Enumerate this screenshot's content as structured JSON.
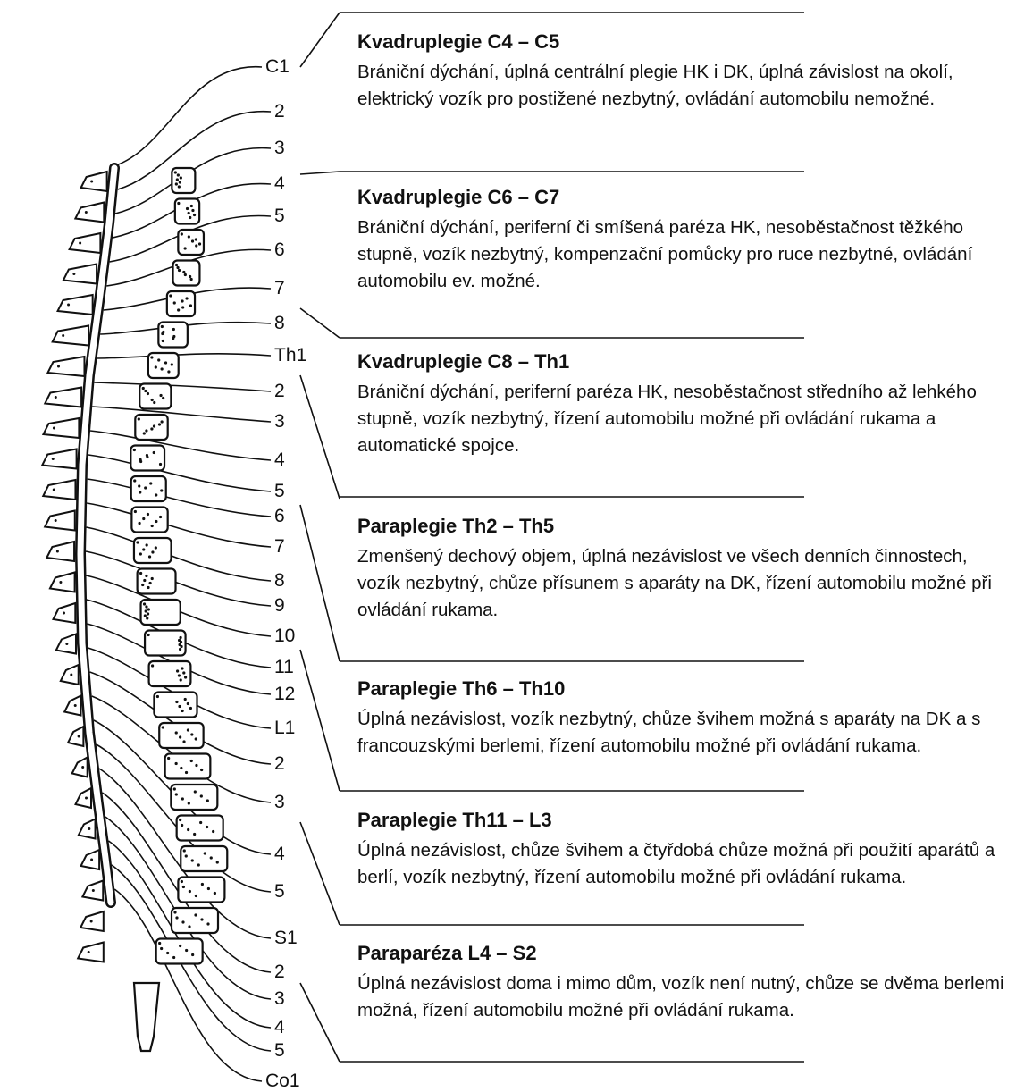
{
  "segments": [
    {
      "label": "C1"
    },
    {
      "label": "2"
    },
    {
      "label": "3"
    },
    {
      "label": "4"
    },
    {
      "label": "5"
    },
    {
      "label": "6"
    },
    {
      "label": "7"
    },
    {
      "label": "8"
    },
    {
      "label": "Th1"
    },
    {
      "label": "2"
    },
    {
      "label": "3"
    },
    {
      "label": "4"
    },
    {
      "label": "5"
    },
    {
      "label": "6"
    },
    {
      "label": "7"
    },
    {
      "label": "8"
    },
    {
      "label": "9"
    },
    {
      "label": "10"
    },
    {
      "label": "11"
    },
    {
      "label": "12"
    },
    {
      "label": "L1"
    },
    {
      "label": "2"
    },
    {
      "label": "3"
    },
    {
      "label": "4"
    },
    {
      "label": "5"
    },
    {
      "label": "S1"
    },
    {
      "label": "2"
    },
    {
      "label": "3"
    },
    {
      "label": "4"
    },
    {
      "label": "5"
    },
    {
      "label": "Co1"
    }
  ],
  "blocks": [
    {
      "title": "Kvadruplegie C4 – C5",
      "text": "Bránič­ní dýchání, úplná centrální plegie HK i DK, úplná závislost na okolí, elektrický vozík pro postižené nezbytný, ovládání automobilu nemožné."
    },
    {
      "title": "Kvadruplegie C6 – C7",
      "text": "Brániční dýchání, periferní či smíšená paréza HK, nesoběstačnost těžkého stupně, vozík nezbytný, kompenzační pomůcky pro ruce nezbytné, ovládání automobilu ev. možné."
    },
    {
      "title": "Kvadruplegie C8 – Th1",
      "text": "Brániční dýchání, periferní paréza HK, nesoběstačnost středního až lehkého stupně, vozík nezbytný, řízení automobilu možné při ovládání rukama a automatické spojce."
    },
    {
      "title": "Paraplegie Th2 – Th5",
      "text": "Zmenšený dechový objem, úplná nezávislost ve všech denních činnostech, vozík nezbytný, chůze přísunem s aparáty na DK, řízení automobilu možné při ovládání rukama."
    },
    {
      "title": "Paraplegie Th6 – Th10",
      "text": "Úplná nezávislost, vozík nezbytný, chůze švihem možná s aparáty na DK a s francouzskými berlemi, řízení automobilu možné při ovládání rukama."
    },
    {
      "title": "Paraplegie Th11 – L3",
      "text": "Úplná nezávislost, chůze švihem a čtyřdobá chůze možná při použití aparátů a berlí, vozík nezbytný, řízení automobilu možné při ovládání rukama."
    },
    {
      "title": "Paraparéza L4 – S2",
      "text": "Úplná nezávislost doma i mimo dům, vozík není nutný, chůze se dvěma berlemi možná, řízení automobilu možné při ovládání rukama."
    }
  ],
  "colors": {
    "ink": "#111111",
    "bone": "#ffffff"
  }
}
